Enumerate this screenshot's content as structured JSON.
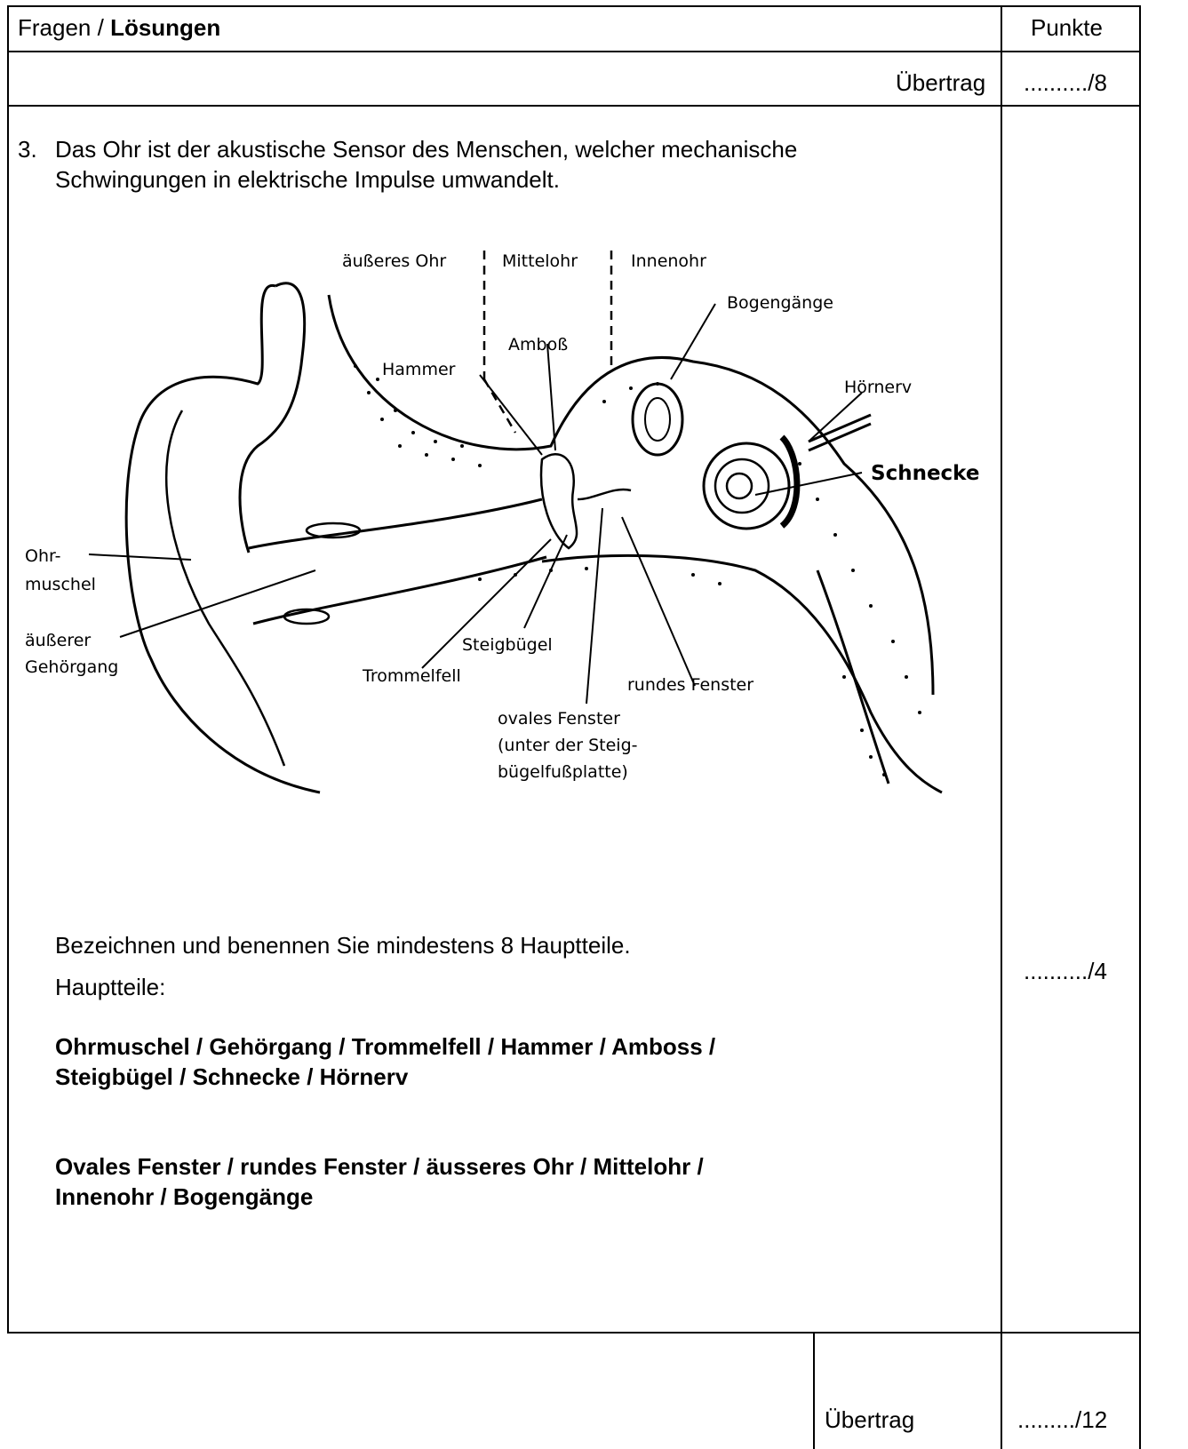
{
  "header": {
    "fragen_label": "Fragen / ",
    "loesungen_label": "Lösungen",
    "punkte_label": "Punkte"
  },
  "uebertrag_top": {
    "label": "Übertrag",
    "points": "........../8"
  },
  "question": {
    "number": "3.",
    "text_line1": "Das Ohr ist der akustische Sensor des Menschen, welcher mechanische",
    "text_line2": "Schwingungen in elektrische Impulse umwandelt.",
    "task": "Bezeichnen und benennen Sie mindestens 8 Hauptteile.",
    "hauptteile_label": "Hauptteile:",
    "points": "........../4"
  },
  "figure": {
    "labels": {
      "aeusseres_ohr": "äußeres Ohr",
      "mittelohr": "Mittelohr",
      "innenohr": "Innenohr",
      "bogengaenge": "Bogengänge",
      "amboss": "Amboß",
      "hammer": "Hammer",
      "hoernerv": "Hörnerv",
      "schnecke": "Schnecke",
      "ohrmuschel_1": "Ohr-",
      "ohrmuschel_2": "muschel",
      "gehoergang_1": "äußerer",
      "gehoergang_2": "Gehörgang",
      "steigbuegel": "Steigbügel",
      "trommelfell": "Trommelfell",
      "rundes_fenster": "rundes Fenster",
      "ovales_1": "ovales Fenster",
      "ovales_2": "(unter der Steig-",
      "ovales_3": "bügelfußplatte)"
    }
  },
  "answers": {
    "line1": "Ohrmuschel / Gehörgang / Trommelfell / Hammer / Amboss /",
    "line2": "Steigbügel / Schnecke / Hörnerv",
    "line3": "Ovales Fenster / rundes Fenster / äusseres Ohr / Mittelohr /",
    "line4": "Innenohr / Bogengänge"
  },
  "uebertrag_bottom": {
    "label": "Übertrag",
    "points": "........./12"
  }
}
